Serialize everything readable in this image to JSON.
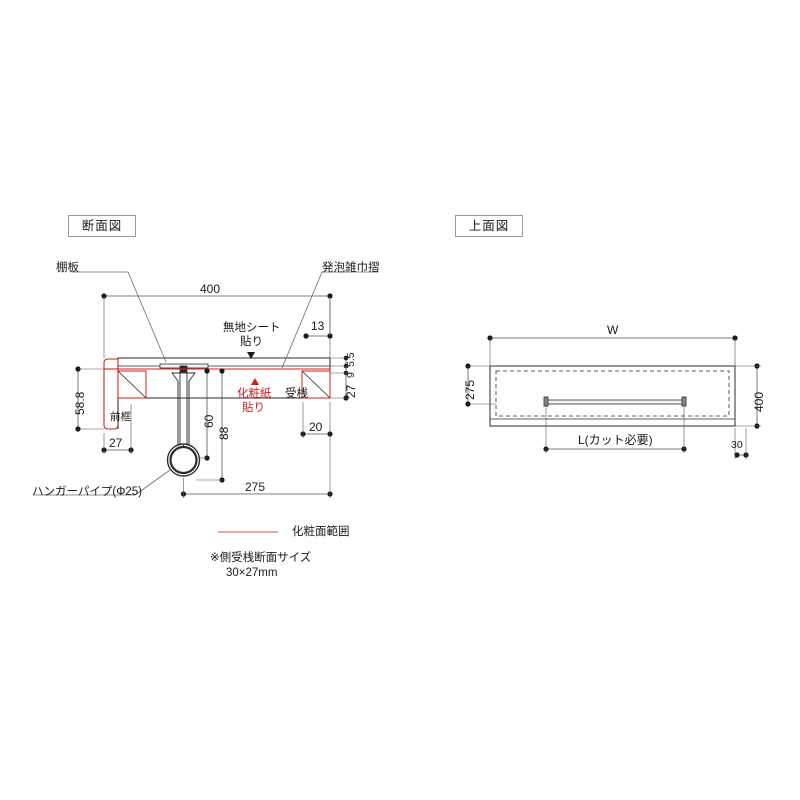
{
  "sections": {
    "cross": {
      "title": "断面図"
    },
    "top": {
      "title": "上面図"
    }
  },
  "cross_view": {
    "labels": {
      "shelf_board": "棚板",
      "foam_trim": "発泡雑巾摺",
      "plain_sheet": "無地シート\n貼り",
      "plain_sheet_l1": "無地シート",
      "plain_sheet_l2": "貼り",
      "deco_paper_l1": "化粧紙",
      "deco_paper_l2": "貼り",
      "receiving_rail": "受桟",
      "front_frame": "前框",
      "hanger_pipe": "ハンガーパイプ(Φ25)"
    },
    "dimensions": {
      "width_400": "400",
      "foam_13": "13",
      "top_5_5": "5.5",
      "panel_9": "9",
      "rail_27": "27",
      "left_58_8": "58.8",
      "frame_27": "27",
      "pipe_60": "60",
      "pipe_88": "88",
      "right_20": "20",
      "bottom_275": "275"
    }
  },
  "top_view": {
    "dimensions": {
      "width_w": "W",
      "depth_275": "275",
      "depth_400": "400",
      "length_l": "L(カット必要)",
      "edge_30": "30"
    }
  },
  "legend": {
    "deco_range": "化粧面範囲",
    "note_line1": "※側受桟断面サイズ",
    "note_line2": "30×27mm"
  },
  "colors": {
    "line": "#2b2b2b",
    "dim_line": "#555555",
    "red": "#cc2222",
    "legend_red": "#c9767a",
    "fill_light": "#fdfdfd",
    "box_border": "#9a9a9a"
  }
}
